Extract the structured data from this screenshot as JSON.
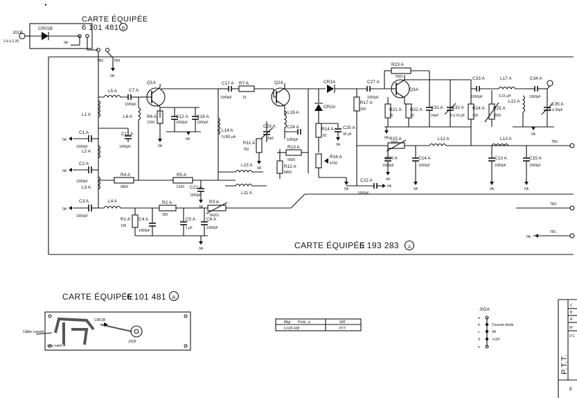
{
  "card_b": {
    "title": "CARTE ÉQUIPÉE",
    "number": "6 101 481",
    "variant": "B"
  },
  "card_a": {
    "title": "CARTE ÉQUIPÉE",
    "number": "6 193 283",
    "variant": "A"
  },
  "bottom_card": {
    "title": "CARTE ÉQUIPÉE",
    "number": "6 101 481",
    "variant": "B"
  },
  "input": {
    "connector": "J01B",
    "voltage": "2,4 à 2,30",
    "diode": "CR01B",
    "current": "0A"
  },
  "terminals": {
    "tb5": "TB5",
    "tb4": "TB4",
    "tb2": "TB2",
    "tb3": "TB3",
    "tb1": "TB1"
  },
  "ground": "0A",
  "components": {
    "Q1A": "Q1A",
    "Q2A": "Q2A",
    "Q3A": "Q3A",
    "CR1A": "CR1A",
    "CR2A": "CR2A",
    "L1A": "L1 A",
    "L2A": "L2 A",
    "L3A": "L3 A",
    "L4A": "L4 A",
    "L5A": "L5 A",
    "L6A": "L6 A",
    "L11A": "L11 A",
    "L12A": "L12 A",
    "L13A": "L13 A",
    "L14A": "L14 A",
    "L15A": "L15 A",
    "L16A": "L16 A",
    "L17A": "L17 A",
    "L21A": "L21 A",
    "C1A": "C1 A",
    "C2A": "C2 A",
    "C3A": "C3 A",
    "C4A": "C4 A",
    "C5A": "C5 A",
    "C6A": "C6 A",
    "C7A": "C7 A",
    "C11A": "C11 A",
    "C12A": "C12 A",
    "C13A": "C13 A",
    "C14A": "C14 A",
    "C15A": "C15 A",
    "C16A": "C16 A",
    "C17A": "C17 A",
    "C21A": "C21 A",
    "C22A": "C22 A",
    "C23A": "C23 A",
    "C24A": "C24 A",
    "C25A": "C25 A",
    "C26A": "C26 A",
    "C27A": "C27 A",
    "C31A": "C31 A",
    "C32A": "C32 A",
    "C33A": "C33 A",
    "C34A": "C34 A",
    "C35A": "C35 A",
    "R1A": "R1 A",
    "R2A": "R2 A",
    "R3A": "R3 A",
    "R4A": "R4 A",
    "R5A": "R5 A",
    "R6A": "R6 A",
    "R7A": "R7 A",
    "R11A": "R11 A",
    "R12A": "R12 A",
    "R13A": "R13 A",
    "R14A": "R14 A",
    "R15A": "R15 A",
    "R16A": "R16 A",
    "R17A": "R17 A",
    "R21A": "R21 A",
    "R22A": "R22 A",
    "R23A": "R23 A",
    "R24A": "R24 A",
    "R25A": "R25 A"
  },
  "values": {
    "pF1000": "1000pF",
    "uH": "0,15 µH",
    "uH2": "0,082 µH",
    "uF": "1 µF",
    "r100": "100",
    "r300": "300",
    "r6800": "6800",
    "r5100": "5100",
    "r1200": "1200",
    "r15": "15",
    "r750": "750",
    "r5600": "5600",
    "r82": "82",
    "r4700": "4700",
    "r1k": "1k",
    "r43": "43",
    "r7500": "7500",
    "r3000": "3000",
    "pF24": "24pF",
    "pF36": "36 pF",
    "pF20": "20pF",
    "pF516": "5 à 16 pF",
    "pF530": "5 à 30pF",
    "pF1000b": "1000pF",
    "ta201": "TA201"
  },
  "table": {
    "h1": "Mlgr",
    "h2": "Pré&...a",
    "h3": "SAT",
    "v1": "6 630 428",
    "v2": "PTT"
  },
  "j02": {
    "title": "J02A",
    "pins": [
      {
        "pin": "a",
        "label": ""
      },
      {
        "pin": "b",
        "label": "Courant diode"
      },
      {
        "pin": "c",
        "label": "0A"
      },
      {
        "pin": "d",
        "label": "+10V"
      },
      {
        "pin": "e",
        "label": ""
      }
    ]
  },
  "board": {
    "cable": "Câble coaxial",
    "vers": "vers carte A",
    "diode": "CR01B",
    "connector": "J01B"
  },
  "corner": {
    "ptt": "P.T.T.",
    "r1": "C",
    "r2": "B",
    "r3": "R",
    "r4": "Nº",
    "r5": "0 C",
    "r6": "E"
  }
}
